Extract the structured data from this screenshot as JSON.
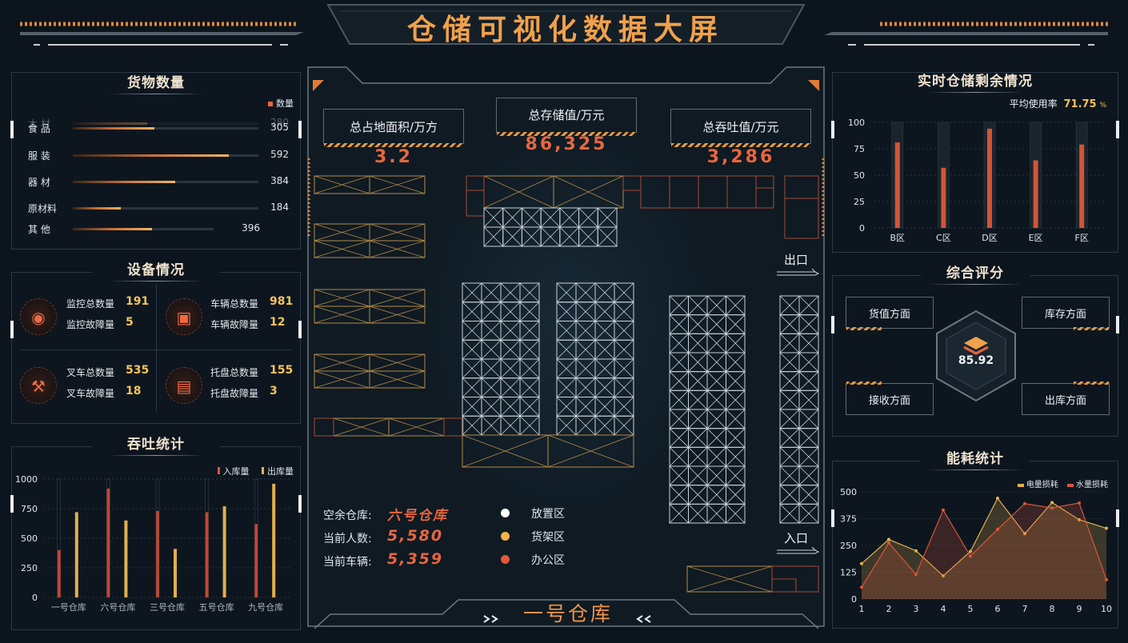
{
  "header": {
    "title": "仓储可视化数据大屏"
  },
  "goods": {
    "title": "货物数量",
    "legend": "数量",
    "items": [
      {
        "label": "木 材",
        "value": 280,
        "pct": 0.4
      },
      {
        "label": "食 品",
        "value": 305,
        "pct": 0.44
      },
      {
        "label": "服 装",
        "value": 592,
        "pct": 0.84
      },
      {
        "label": "器 材",
        "value": 384,
        "pct": 0.55
      },
      {
        "label": "原材料",
        "value": 184,
        "pct": 0.26
      },
      {
        "label": "其 他",
        "value": 396,
        "pct": 0.56
      }
    ]
  },
  "equipment": {
    "title": "设备情况",
    "groups": [
      {
        "icon": "camera-icon",
        "glyph": "◉",
        "l1": "监控总数量",
        "v1": "191",
        "l2": "监控故障量",
        "v2": "5"
      },
      {
        "icon": "truck-icon",
        "glyph": "▣",
        "l1": "车辆总数量",
        "v1": "981",
        "l2": "车辆故障量",
        "v2": "12"
      },
      {
        "icon": "forklift-icon",
        "glyph": "⚒",
        "l1": "叉车总数量",
        "v1": "535",
        "l2": "叉车故障量",
        "v2": "18"
      },
      {
        "icon": "pallet-icon",
        "glyph": "▤",
        "l1": "托盘总数量",
        "v1": "155",
        "l2": "托盘故障量",
        "v2": "3"
      }
    ]
  },
  "throughput": {
    "title": "吞吐统计",
    "legend_in": "入库量",
    "legend_out": "出库量"
  },
  "center": {
    "kpi_area_label": "总占地面积/万方",
    "kpi_area_value": "3.2",
    "kpi_storage_label": "总存储值/万元",
    "kpi_storage_value": "86,325",
    "kpi_throughput_label": "总吞吐值/万元",
    "kpi_throughput_value": "3,286",
    "exit_label": "出口",
    "entry_label": "入口",
    "info": [
      {
        "label": "空余仓库:",
        "value": "六号仓库"
      },
      {
        "label": "当前人数:",
        "value": "5,580"
      },
      {
        "label": "当前车辆:",
        "value": "5,359"
      }
    ],
    "legend": [
      {
        "label": "放置区",
        "color": "#ffffff"
      },
      {
        "label": "货架区",
        "color": "#f4b54a"
      },
      {
        "label": "办公区",
        "color": "#e0593b"
      }
    ],
    "footer_title": "一号仓库"
  },
  "storage": {
    "title": "实时仓储剩余情况",
    "avg_label": "平均使用率",
    "avg_value": "71.75",
    "avg_unit": "%"
  },
  "score": {
    "title": "综合评分",
    "value": "85.92",
    "items": [
      "货值方面",
      "库存方面",
      "接收方面",
      "出库方面"
    ]
  },
  "energy": {
    "title": "能耗统计",
    "legend_power": "电量损耗",
    "legend_water": "水量损耗"
  },
  "chart_data": [
    {
      "type": "bar",
      "title": "吞吐统计",
      "categories": [
        "一号仓库",
        "六号仓库",
        "三号仓库",
        "五号仓库",
        "九号仓库"
      ],
      "series": [
        {
          "name": "入库量",
          "values": [
            400,
            920,
            730,
            720,
            620
          ]
        },
        {
          "name": "出库量",
          "values": [
            720,
            650,
            410,
            770,
            960
          ]
        }
      ],
      "ylim": [
        0,
        1000
      ],
      "yticks": [
        0,
        250,
        500,
        750,
        1000
      ],
      "x_tick_labels": [
        "一号仓库",
        "六号仓库",
        "三号仓库",
        "五号仓库",
        "九号仓库"
      ]
    },
    {
      "type": "bar",
      "title": "实时仓储剩余情况",
      "categories": [
        "B区",
        "C区",
        "D区",
        "E区",
        "F区"
      ],
      "values": [
        81,
        57,
        94,
        64,
        79
      ],
      "ylim": [
        0,
        100
      ],
      "yticks": [
        0,
        25,
        50,
        75,
        100
      ]
    },
    {
      "type": "area",
      "title": "能耗统计",
      "x": [
        1,
        2,
        3,
        4,
        5,
        6,
        7,
        8,
        9,
        10
      ],
      "series": [
        {
          "name": "电量损耗",
          "values": [
            165,
            278,
            225,
            108,
            222,
            470,
            305,
            450,
            370,
            330
          ],
          "color": "#e2b04e"
        },
        {
          "name": "水量损耗",
          "values": [
            55,
            262,
            115,
            415,
            200,
            325,
            445,
            425,
            448,
            90
          ],
          "color": "#d9553a"
        }
      ],
      "ylim": [
        0,
        500
      ],
      "yticks": [
        0,
        125,
        250,
        375,
        500
      ]
    }
  ]
}
